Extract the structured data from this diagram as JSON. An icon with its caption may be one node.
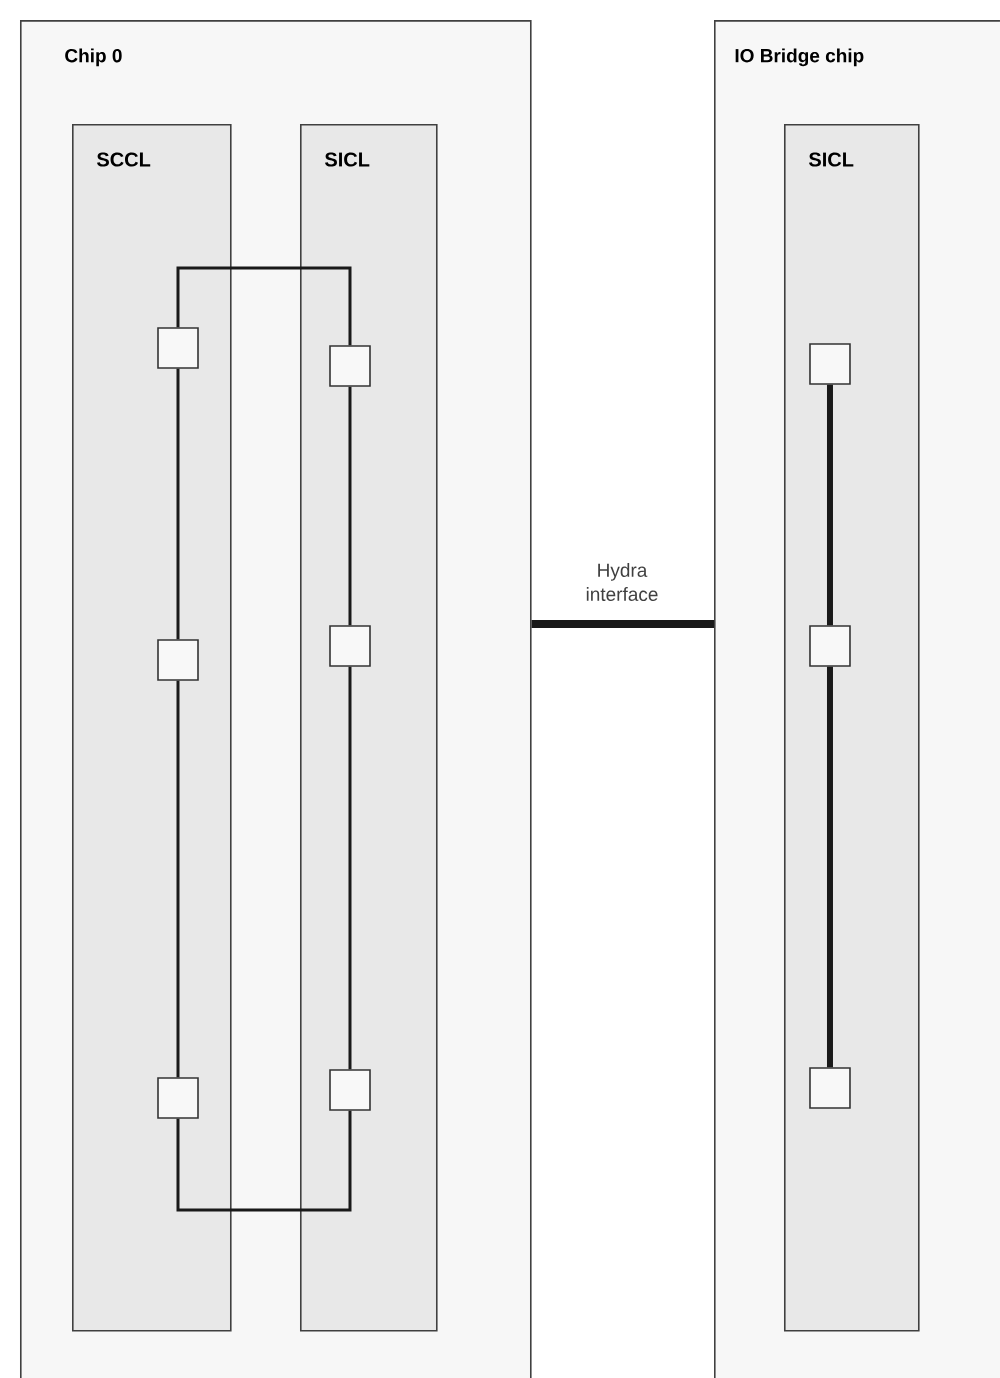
{
  "diagram": {
    "nodes": [
      {
        "text": [
          "Chip 0"
        ]
      },
      {
        "text": [
          "SCCL"
        ],
        "in": 0
      },
      {
        "text": [
          "SICL"
        ],
        "in": 0
      },
      {
        "text": [
          "IO Bridge chip"
        ]
      },
      {
        "text": [
          "SICL"
        ],
        "in": 3
      },
      {
        "text": [],
        "shape": "box",
        "in": 1
      },
      {
        "text": [],
        "shape": "box",
        "in": 1
      },
      {
        "text": [],
        "shape": "box",
        "in": 1
      },
      {
        "text": [],
        "shape": "box",
        "in": 2
      },
      {
        "text": [],
        "shape": "box",
        "in": 2
      },
      {
        "text": [],
        "shape": "box",
        "in": 2
      },
      {
        "text": [],
        "shape": "box",
        "in": 4
      },
      {
        "text": [],
        "shape": "box",
        "in": 4
      },
      {
        "text": [],
        "shape": "box",
        "in": 4
      }
    ],
    "edges": [
      {
        "from": 5,
        "to": 6,
        "arrow": "none"
      },
      {
        "from": 6,
        "to": 7,
        "arrow": "none"
      },
      {
        "from": 8,
        "to": 9,
        "arrow": "none"
      },
      {
        "from": 9,
        "to": 10,
        "arrow": "none"
      },
      {
        "from": 5,
        "to": 8,
        "arrow": "none"
      },
      {
        "from": 7,
        "to": 10,
        "arrow": "none"
      },
      {
        "from": 11,
        "to": 12,
        "arrow": "none",
        "style": "thick"
      },
      {
        "from": 12,
        "to": 13,
        "arrow": "none",
        "style": "thick"
      },
      {
        "from": 0,
        "to": 3,
        "arrow": "none",
        "style": "thick",
        "label": "Hydra interface"
      }
    ]
  }
}
